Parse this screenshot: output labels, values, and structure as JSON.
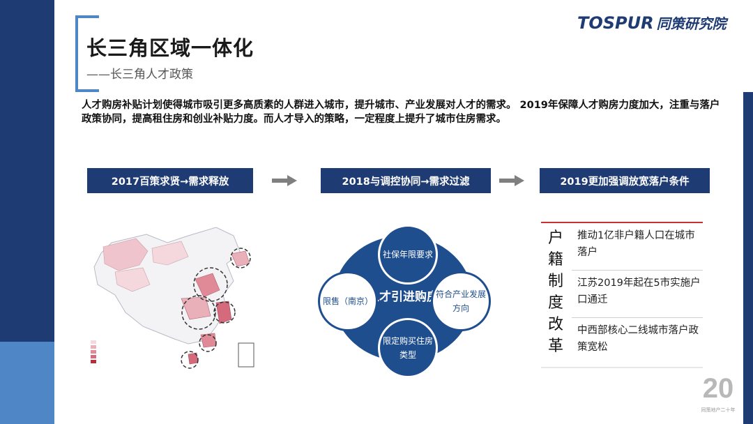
{
  "header": {
    "title": "长三角区域一体化",
    "subtitle": "——长三角人才政策",
    "logo_brand": "TOSPUR",
    "logo_cn": "同策研究院"
  },
  "intro": "人才购房补贴计划使得城市吸引更多高质素的人群进入城市，提升城市、产业发展对人才的需求。 2019年保障人才购房力度加大，注重与落户政策协同，提高租住房和创业补贴力度。而人才导入的策略，一定程度上提升了城市住房需求。",
  "timeline": [
    {
      "label": "2017百策求贤→需求释放"
    },
    {
      "label": "2018与调控协同→需求过滤"
    },
    {
      "label": "2019更加强调放宽落户条件"
    }
  ],
  "diagram": {
    "center": "人才引进购房",
    "top": "社保年限要求",
    "left": "限售（南京）",
    "right": "符合产业发展方向",
    "bottom": "限定购买住房类型"
  },
  "reform": {
    "label": "户籍制度改革",
    "items": [
      "推动1亿非户籍人口在城市落户",
      "江苏2019年起在5市实施户口通迁",
      "中西部核心二线城市落户政策宽松"
    ]
  },
  "badge": {
    "number": "20",
    "caption": "同策地产二十年"
  },
  "colors": {
    "navy": "#1f3b73",
    "blue": "#4f86c6",
    "circle": "#1f4e8f",
    "map_fill": "#e8a0ac"
  }
}
